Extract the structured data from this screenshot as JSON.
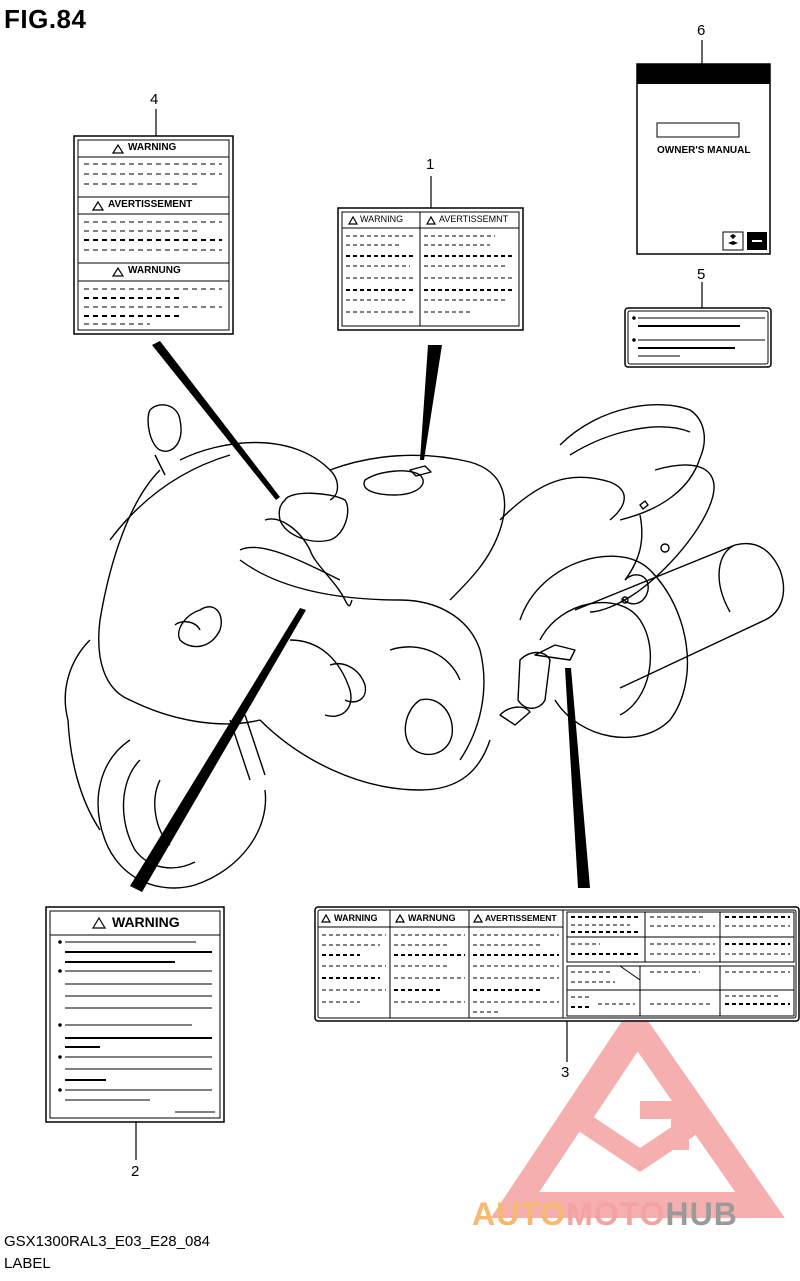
{
  "figure": {
    "title": "FIG.84",
    "code": "GSX1300RAL3_E03_E28_084",
    "caption": "LABEL"
  },
  "callouts": [
    "1",
    "2",
    "3",
    "4",
    "5",
    "6"
  ],
  "labels": {
    "warning": "WARNING",
    "avertissement": "AVERTISSEMENT",
    "avertissemnt": "AVERTISSEMNT",
    "warnung": "WARNUNG",
    "owners_manual": "OWNER'S MANUAL"
  },
  "watermark": {
    "part1": "AUTO",
    "part2": "MOTO",
    "part3": "HUB",
    "color_light": "#f4a2a2",
    "color_orange": "#f7b870",
    "color_gray": "#9a9a9a"
  },
  "colors": {
    "line": "#000000",
    "background": "#ffffff"
  }
}
